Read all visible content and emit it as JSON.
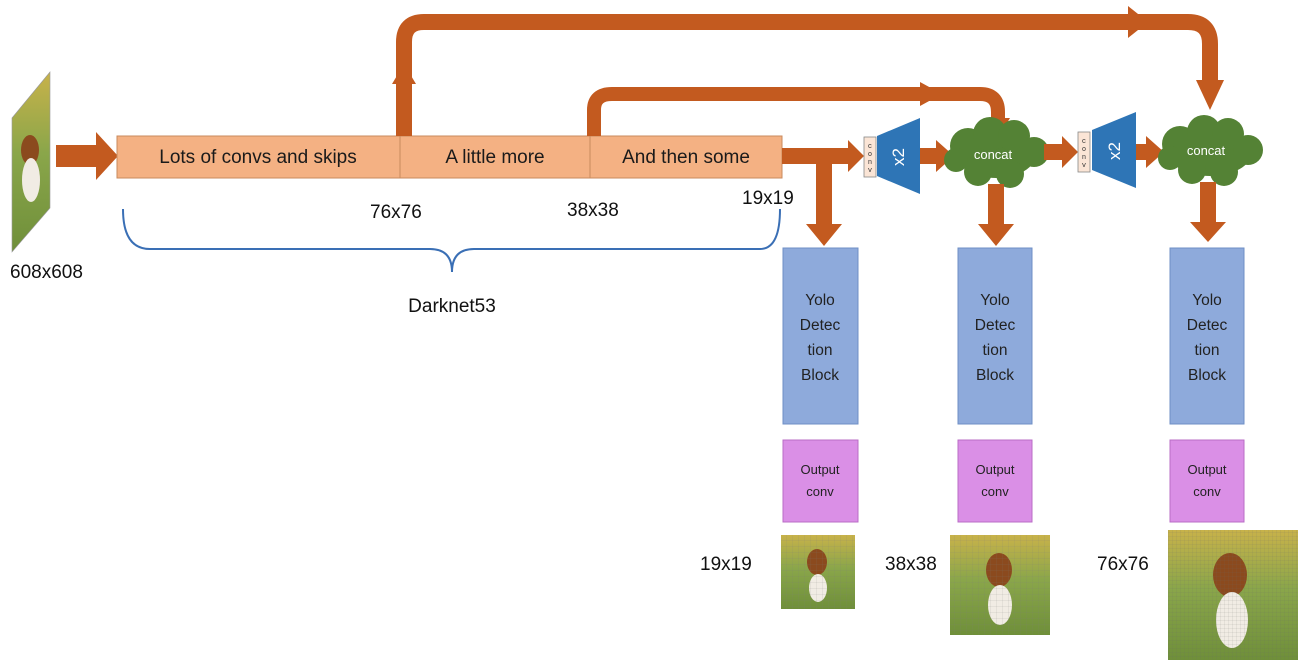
{
  "input_size": "608x608",
  "backbone": {
    "blocks": [
      "Lots of convs and skips",
      "A little more",
      "And then some"
    ],
    "brace_label": "Darknet53",
    "scale_labels": [
      "76x76",
      "38x38",
      "19x19"
    ]
  },
  "upsample": {
    "conv_label": "conv",
    "factor_label": "x2"
  },
  "concat_label": "concat",
  "detection_block": {
    "line1": "Yolo",
    "line2": "Detec",
    "line3": "tion",
    "line4": "Block"
  },
  "output_conv": {
    "line1": "Output",
    "line2": "conv"
  },
  "outputs": [
    {
      "scale": "19x19"
    },
    {
      "scale": "38x38"
    },
    {
      "scale": "76x76"
    }
  ],
  "colors": {
    "arrow": "#c35a1f",
    "stage_fill": "#f4b183",
    "detection_fill": "#8eaadb",
    "output_fill": "#da8fe6",
    "trapezoid": "#2e75b6",
    "concat_cloud": "#548235",
    "brace": "#3a6fb5"
  }
}
